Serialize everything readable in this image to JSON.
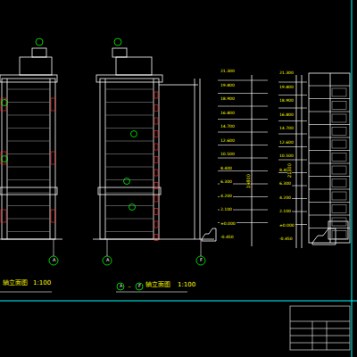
{
  "diagram": {
    "labels": [
      "轴立面图",
      "1:100",
      "A",
      "A",
      "F",
      "A",
      "－",
      "F",
      "轴立面图",
      "1:100",
      "21.300",
      "19.800",
      "18.900",
      "16.800",
      "14.700",
      "12.600",
      "10.500",
      "8.400",
      "6.300",
      "4.200",
      "2.100",
      "±0.000",
      "-0.450",
      "21.300",
      "19.800",
      "18.900",
      "16.800",
      "14.700",
      "12.600",
      "10.500",
      "8.400",
      "6.300",
      "4.200",
      "2.100",
      "±0.000",
      "-0.450",
      "19800",
      "21300"
    ]
  }
}
